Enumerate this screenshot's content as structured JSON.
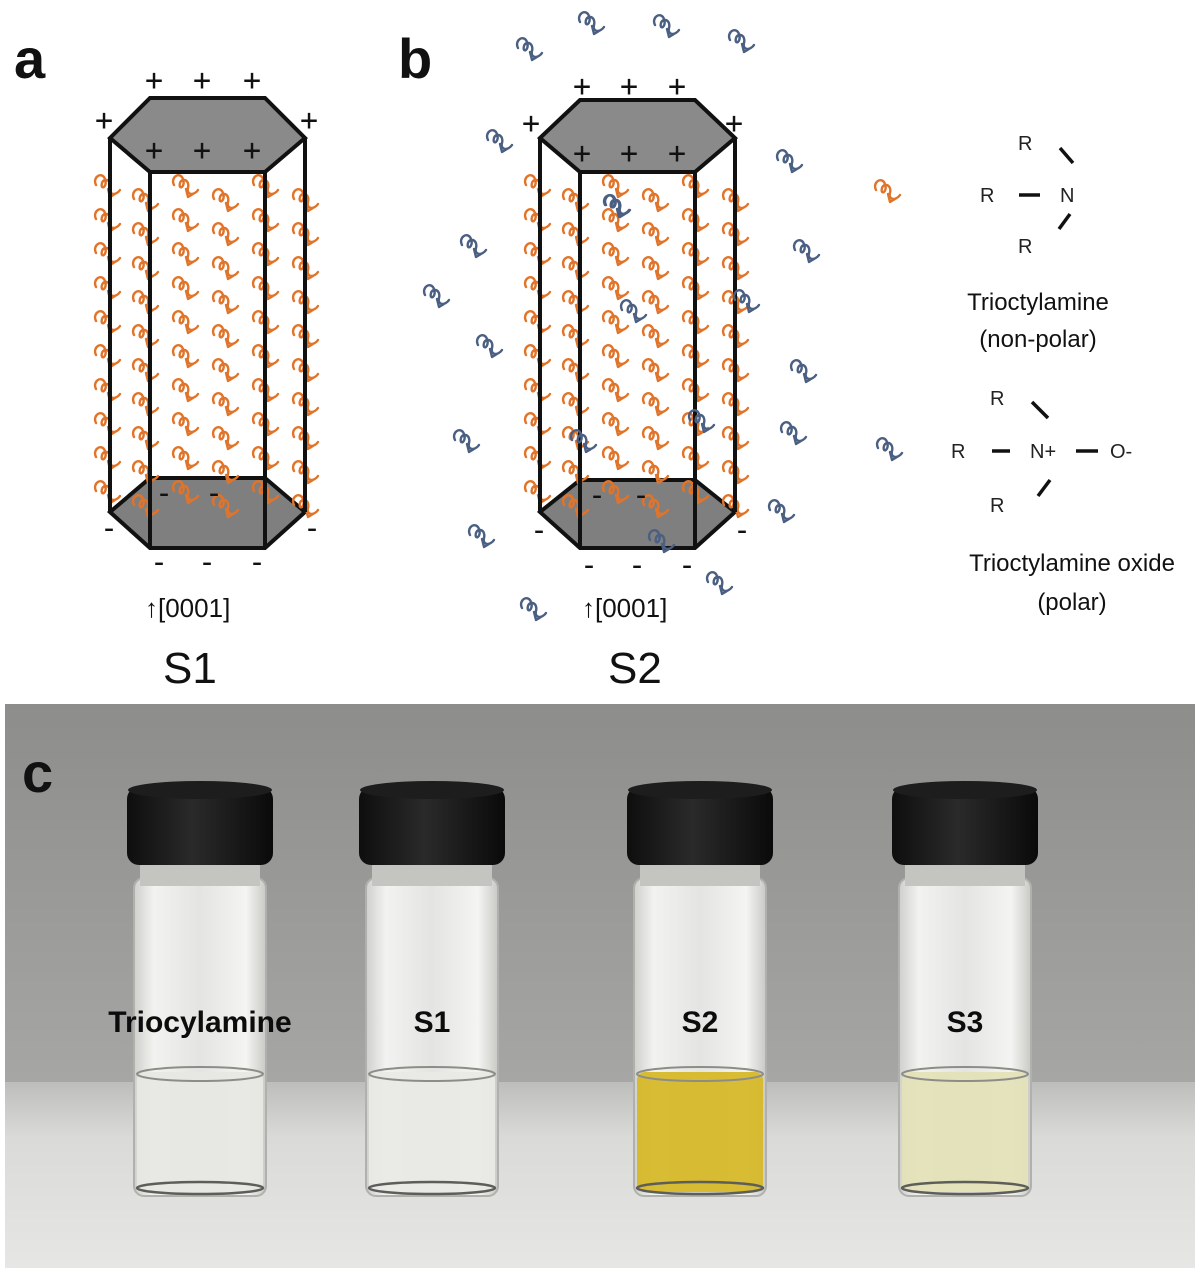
{
  "panel_a": {
    "letter": "a",
    "axis_label": "↑[0001]",
    "sample_label": "S1",
    "top_charge": "+",
    "bottom_charge": "-"
  },
  "panel_b": {
    "letter": "b",
    "axis_label": "↑[0001]",
    "sample_label": "S2",
    "top_charge": "+",
    "bottom_charge": "-"
  },
  "legend": {
    "trioctylamine": {
      "substituent": "R",
      "center": "N",
      "name": "Trioctylamine",
      "polarity": "(non-polar)"
    },
    "trioctylamine_oxide": {
      "substituent": "R",
      "center": "N+",
      "oxygen": "O-",
      "name": "Trioctylamine oxide",
      "polarity": "(polar)"
    }
  },
  "panel_c": {
    "letter": "c",
    "vials": [
      {
        "label": "Triocylamine",
        "liquid_color": "#e7e8e4"
      },
      {
        "label": "S1",
        "liquid_color": "#e9e9e6"
      },
      {
        "label": "S2",
        "liquid_color": "#d6b829"
      },
      {
        "label": "S3",
        "liquid_color": "#e3e2b8"
      }
    ]
  },
  "colors": {
    "nonpolar_ligand": "#e0742a",
    "polar_ligand": "#4a5f82",
    "facet_fill": "#7f7f7f",
    "cap": "#141414",
    "backdrop": "#9b9b99",
    "table": "#dcdcda"
  }
}
